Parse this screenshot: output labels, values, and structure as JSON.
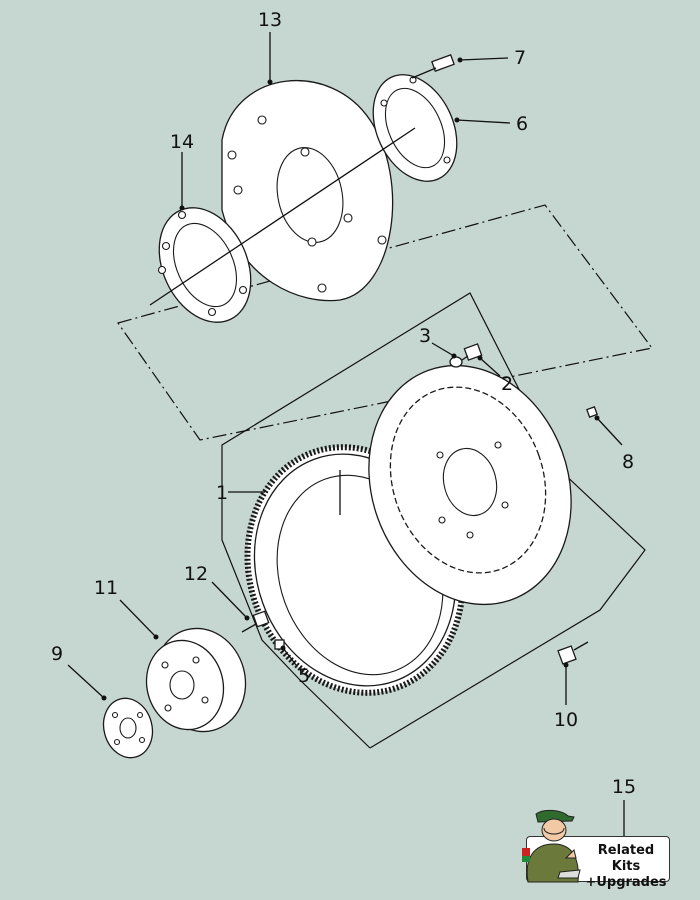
{
  "callouts": {
    "c1": "1",
    "c2": "2",
    "c3": "3",
    "c5": "5",
    "c6": "6",
    "c7": "7",
    "c8": "8",
    "c9": "9",
    "c10": "10",
    "c11": "11",
    "c12": "12",
    "c13": "13",
    "c14": "14",
    "c15": "15"
  },
  "kit_button": {
    "label": "Related Kits\n+Upgrades"
  },
  "icons": {
    "kit_icon": "mechanic-icon"
  },
  "colors": {
    "background": "#c6d6d0",
    "linework": "#1a1a1a",
    "part_fill": "#ffffff"
  }
}
